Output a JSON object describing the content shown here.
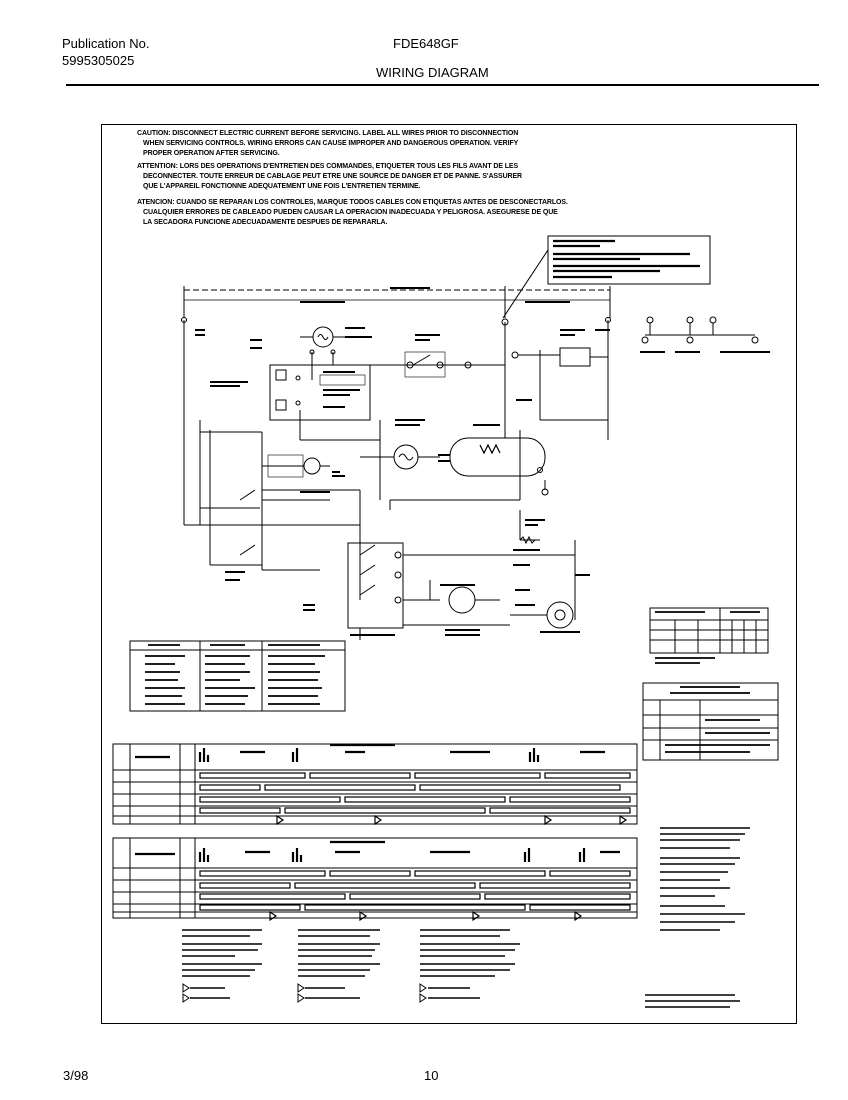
{
  "header": {
    "publication_label": "Publication No.",
    "publication_number": "5995305025",
    "model": "FDE648GF",
    "title": "WIRING DIAGRAM"
  },
  "cautions": {
    "english": [
      "CAUTION: DISCONNECT ELECTRIC CURRENT BEFORE SERVICING. LABEL ALL WIRES PRIOR TO DISCONNECTION",
      "WHEN SERVICING CONTROLS. WIRING ERRORS CAN CAUSE IMPROPER AND DANGEROUS OPERATION. VERIFY",
      "PROPER OPERATION AFTER SERVICING."
    ],
    "french": [
      "ATTENTION: LORS DES OPERATIONS D'ENTRETIEN DES COMMANDES, ETIQUETER TOUS LES FILS AVANT DE LES",
      "DECONNECTER. TOUTE ERREUR DE CABLAGE PEUT ETRE UNE SOURCE DE DANGER ET DE PANNE. S'ASSURER",
      "QUE L'APPAREIL FONCTIONNE ADEQUATEMENT UNE FOIS L'ENTRETIEN TERMINE."
    ],
    "spanish": [
      "ATENCION: CUANDO SE REPARAN LOS CONTROLES, MARQUE TODOS CABLES CON ETIQUETAS ANTES DE DESCONECTARLOS.",
      "CUALQUIER ERRORES DE CABLEADO PUEDEN CAUSAR LA OPERACION INADECUADA Y PELIGROSA. ASEGURESE DE QUE",
      "LA SECADORA FUNCIONE ADECUADAMENTE DESPUES DE REPARARLA."
    ]
  },
  "footer": {
    "date": "3/98",
    "page": "10"
  }
}
